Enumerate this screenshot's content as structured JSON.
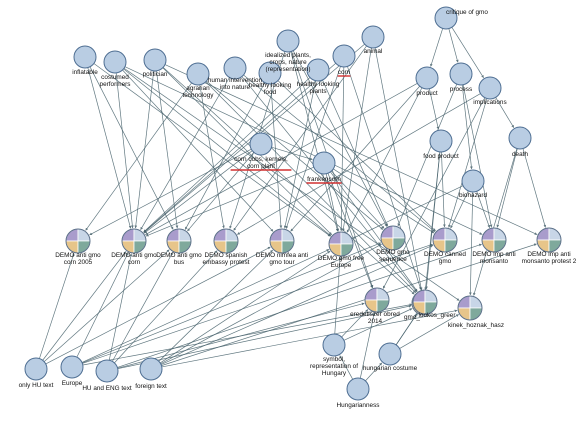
{
  "colors": {
    "node_fill": "#b9cde3",
    "node_stroke": "#4f6f93",
    "edge": "#46616b",
    "underline": "#d23030",
    "pie": [
      "#a99ccc",
      "#7fa99c",
      "#e7c58a",
      "#c8d6e7"
    ]
  },
  "nodes": [
    {
      "id": "inflatable",
      "label": "inflatable",
      "kind": "concept"
    },
    {
      "id": "costumed",
      "label": "costumed\nperformers",
      "kind": "concept"
    },
    {
      "id": "politician",
      "label": "politician",
      "kind": "concept"
    },
    {
      "id": "agrarian",
      "label": "agrarian\ntechnology",
      "kind": "concept"
    },
    {
      "id": "human",
      "label": "human intervention\ninto nature",
      "kind": "concept"
    },
    {
      "id": "healthyfood",
      "label": "healthy looking\nfood",
      "kind": "concept"
    },
    {
      "id": "idealized",
      "label": "idealized plants,\ncrops, nature\n(representation)",
      "kind": "concept"
    },
    {
      "id": "healthyplants",
      "label": "healthy looking\nplants",
      "kind": "concept"
    },
    {
      "id": "corn",
      "label": "corn",
      "kind": "concept",
      "underlined": true
    },
    {
      "id": "animal",
      "label": "animal",
      "kind": "concept"
    },
    {
      "id": "critique",
      "label": "critique of gmo",
      "kind": "concept"
    },
    {
      "id": "product",
      "label": "product",
      "kind": "concept"
    },
    {
      "id": "process",
      "label": "process",
      "kind": "concept"
    },
    {
      "id": "implications",
      "label": "implications",
      "kind": "concept"
    },
    {
      "id": "death",
      "label": "death",
      "kind": "concept"
    },
    {
      "id": "foodproduct",
      "label": "food product",
      "kind": "concept"
    },
    {
      "id": "biohazard",
      "label": "biohazard",
      "kind": "concept"
    },
    {
      "id": "corncobs",
      "label": "corn cobs, kernels,\ncorn plant",
      "kind": "concept",
      "underlined": true
    },
    {
      "id": "frankencorn",
      "label": "frankencorn",
      "kind": "concept",
      "underlined": true
    },
    {
      "id": "d_corn2005",
      "label": "DEMO anti gmo\ncorn 2005",
      "kind": "pie"
    },
    {
      "id": "d_corn",
      "label": "DEMO anti gmo\ncorn",
      "kind": "pie"
    },
    {
      "id": "d_bus",
      "label": "DEMO anti gmo\nbus",
      "kind": "pie"
    },
    {
      "id": "d_spanish",
      "label": "DEMO spanish\nembassy protest",
      "kind": "pie"
    },
    {
      "id": "d_nimfea",
      "label": "DEMO nimfea anti\ngmo tour",
      "kind": "pie"
    },
    {
      "id": "d_free",
      "label": "DEMO gmo free\nEurope",
      "kind": "pie"
    },
    {
      "id": "d_sequence",
      "label": "DEMO gmo\nsequence",
      "kind": "pie"
    },
    {
      "id": "d_canned",
      "label": "DEMO canned\ngmo",
      "kind": "pie"
    },
    {
      "id": "d_monsanto",
      "label": "DEMO lmp anti\nmonsanto",
      "kind": "pie"
    },
    {
      "id": "d_monsanto2",
      "label": "DEMO lmp anti\nmonsanto protest 2",
      "kind": "pie"
    },
    {
      "id": "d_obred",
      "label": "eredetiszer obred\n2014",
      "kind": "pie"
    },
    {
      "id": "d_gmo",
      "label": "gmo_",
      "kind": "pie"
    },
    {
      "id": "d_lookos",
      "label": "lookos_greer",
      "kind": "pie"
    },
    {
      "id": "d_kinek",
      "label": "kinek_hoznak_hasz",
      "kind": "pie"
    },
    {
      "id": "onlyhu",
      "label": "only HU text",
      "kind": "concept"
    },
    {
      "id": "europe",
      "label": "Europe",
      "kind": "concept"
    },
    {
      "id": "hueng",
      "label": "HU and ENG text",
      "kind": "concept"
    },
    {
      "id": "foreign",
      "label": "foreign text",
      "kind": "concept"
    },
    {
      "id": "symbol",
      "label": "symbol,\nrepresentation of\nHungary",
      "kind": "concept"
    },
    {
      "id": "costume",
      "label": "hungarian costume",
      "kind": "concept"
    },
    {
      "id": "hungarianness",
      "label": "Hungarianness",
      "kind": "concept"
    }
  ],
  "edges": [
    [
      "inflatable",
      "d_corn"
    ],
    [
      "inflatable",
      "d_free"
    ],
    [
      "inflatable",
      "d_bus"
    ],
    [
      "costumed",
      "d_corn"
    ],
    [
      "costumed",
      "d_nimfea"
    ],
    [
      "costumed",
      "d_free"
    ],
    [
      "costumed",
      "d_kinek"
    ],
    [
      "costumed",
      "d_monsanto"
    ],
    [
      "politician",
      "d_corn"
    ],
    [
      "politician",
      "d_bus"
    ],
    [
      "politician",
      "d_free"
    ],
    [
      "politician",
      "d_monsanto2"
    ],
    [
      "politician",
      "d_gmo"
    ],
    [
      "agrarian",
      "d_corn2005"
    ],
    [
      "agrarian",
      "d_spanish"
    ],
    [
      "agrarian",
      "d_sequence"
    ],
    [
      "agrarian",
      "d_lookos"
    ],
    [
      "human",
      "d_corn"
    ],
    [
      "human",
      "d_canned"
    ],
    [
      "human",
      "d_lookos"
    ],
    [
      "healthyfood",
      "d_bus"
    ],
    [
      "healthyfood",
      "d_canned"
    ],
    [
      "healthyfood",
      "d_nimfea"
    ],
    [
      "idealized",
      "d_free"
    ],
    [
      "idealized",
      "d_spanish"
    ],
    [
      "idealized",
      "d_obred"
    ],
    [
      "idealized",
      "d_sequence"
    ],
    [
      "healthyplants",
      "d_corn"
    ],
    [
      "healthyplants",
      "d_sequence"
    ],
    [
      "healthyplants",
      "d_nimfea"
    ],
    [
      "corn",
      "d_corn"
    ],
    [
      "corn",
      "d_free"
    ],
    [
      "corn",
      "d_nimfea"
    ],
    [
      "corn",
      "d_lookos"
    ],
    [
      "animal",
      "d_corn"
    ],
    [
      "animal",
      "d_spanish"
    ],
    [
      "animal",
      "d_free"
    ],
    [
      "animal",
      "d_gmo"
    ],
    [
      "critique",
      "product"
    ],
    [
      "critique",
      "process"
    ],
    [
      "critique",
      "implications"
    ],
    [
      "product",
      "d_corn"
    ],
    [
      "product",
      "d_free"
    ],
    [
      "product",
      "d_nimfea"
    ],
    [
      "product",
      "foodproduct"
    ],
    [
      "process",
      "d_sequence"
    ],
    [
      "process",
      "biohazard"
    ],
    [
      "process",
      "d_monsanto"
    ],
    [
      "implications",
      "death"
    ],
    [
      "implications",
      "d_canned"
    ],
    [
      "implications",
      "d_obred"
    ],
    [
      "implications",
      "d_spanish"
    ],
    [
      "death",
      "d_monsanto"
    ],
    [
      "death",
      "d_monsanto2"
    ],
    [
      "death",
      "d_kinek"
    ],
    [
      "foodproduct",
      "d_canned"
    ],
    [
      "foodproduct",
      "d_gmo"
    ],
    [
      "foodproduct",
      "d_lookos"
    ],
    [
      "biohazard",
      "d_canned"
    ],
    [
      "biohazard",
      "d_monsanto"
    ],
    [
      "biohazard",
      "d_kinek"
    ],
    [
      "biohazard",
      "d_free"
    ],
    [
      "corncobs",
      "d_corn2005"
    ],
    [
      "corncobs",
      "d_corn"
    ],
    [
      "corncobs",
      "d_bus"
    ],
    [
      "corncobs",
      "frankencorn"
    ],
    [
      "frankencorn",
      "d_corn"
    ],
    [
      "frankencorn",
      "d_free"
    ],
    [
      "frankencorn",
      "d_lookos"
    ],
    [
      "frankencorn",
      "d_sequence"
    ],
    [
      "frankencorn",
      "d_obred"
    ],
    [
      "frankencorn",
      "d_canned"
    ],
    [
      "onlyhu",
      "d_corn2005"
    ],
    [
      "onlyhu",
      "d_corn"
    ],
    [
      "onlyhu",
      "d_nimfea"
    ],
    [
      "onlyhu",
      "d_bus"
    ],
    [
      "europe",
      "d_free"
    ],
    [
      "europe",
      "d_corn"
    ],
    [
      "europe",
      "d_sequence"
    ],
    [
      "europe",
      "d_lookos"
    ],
    [
      "europe",
      "d_canned"
    ],
    [
      "hueng",
      "d_corn"
    ],
    [
      "hueng",
      "d_spanish"
    ],
    [
      "hueng",
      "d_bus"
    ],
    [
      "hueng",
      "d_monsanto"
    ],
    [
      "hueng",
      "d_obred"
    ],
    [
      "hueng",
      "d_gmo"
    ],
    [
      "foreign",
      "d_free"
    ],
    [
      "foreign",
      "d_nimfea"
    ],
    [
      "foreign",
      "d_sequence"
    ],
    [
      "foreign",
      "d_kinek"
    ],
    [
      "foreign",
      "d_canned"
    ],
    [
      "foreign",
      "d_monsanto2"
    ],
    [
      "symbol",
      "d_free"
    ],
    [
      "symbol",
      "d_obred"
    ],
    [
      "symbol",
      "d_gmo"
    ],
    [
      "costume",
      "d_gmo"
    ],
    [
      "costume",
      "d_kinek"
    ],
    [
      "costume",
      "d_lookos"
    ],
    [
      "hungarianness",
      "symbol"
    ],
    [
      "hungarianness",
      "costume"
    ],
    [
      "hungarianness",
      "d_obred"
    ]
  ]
}
